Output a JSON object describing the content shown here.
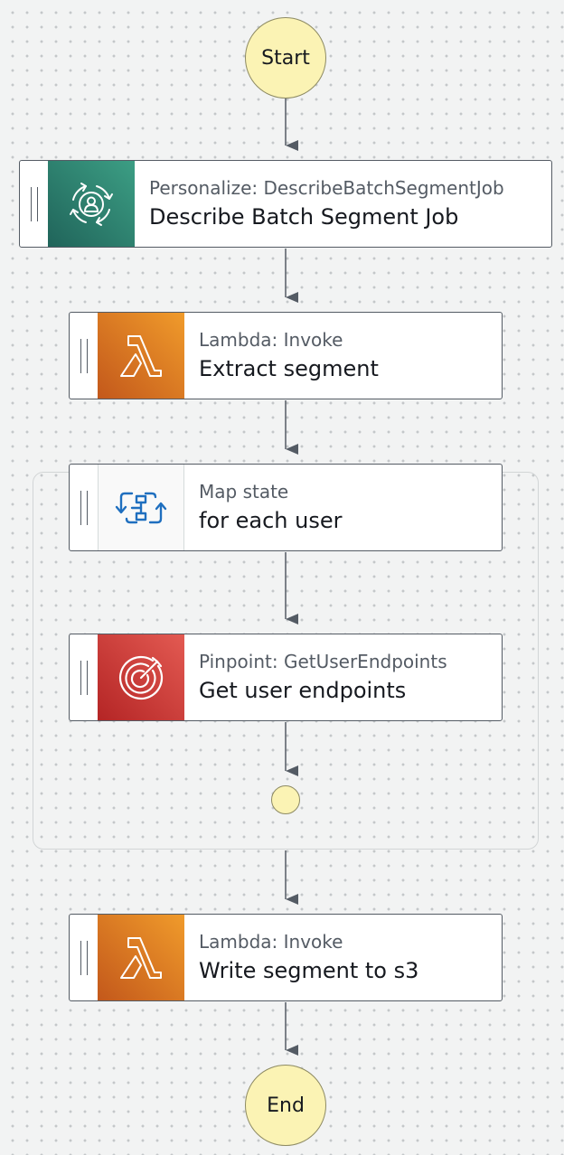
{
  "flow": {
    "start_label": "Start",
    "end_label": "End",
    "nodes": [
      {
        "id": "personalize",
        "subtitle": "Personalize: DescribeBatchSegmentJob",
        "title": "Describe Batch Segment Job",
        "icon": "personalize-icon",
        "color": "#2e8b76"
      },
      {
        "id": "extract",
        "subtitle": "Lambda: Invoke",
        "title": "Extract segment",
        "icon": "lambda-icon",
        "color": "#e07b22"
      },
      {
        "id": "map",
        "subtitle": "Map state",
        "title": "for each user",
        "icon": "map-state-icon",
        "color": "#1f6fbf"
      },
      {
        "id": "pinpoint",
        "subtitle": "Pinpoint: GetUserEndpoints",
        "title": "Get user endpoints",
        "icon": "pinpoint-icon",
        "color": "#d13a3a"
      },
      {
        "id": "write",
        "subtitle": "Lambda: Invoke",
        "title": "Write segment to s3",
        "icon": "lambda-icon",
        "color": "#e07b22"
      }
    ]
  }
}
